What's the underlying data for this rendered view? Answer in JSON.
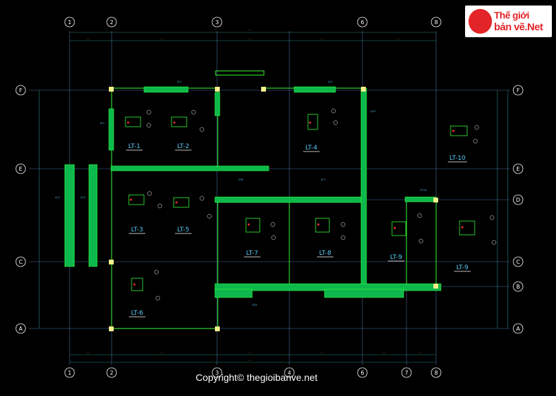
{
  "drawing": {
    "grid_cols": [
      "1",
      "2",
      "3",
      "4",
      "6",
      "7",
      "8"
    ],
    "grid_rows": [
      "F",
      "E",
      "D",
      "C",
      "B",
      "A"
    ],
    "lintel_labels": [
      "LT-1",
      "LT-2",
      "LT-4",
      "LT-10",
      "LT-3",
      "LT-5",
      "LT-7",
      "LT-8",
      "LT-9",
      "LT-9",
      "LT-6"
    ],
    "beam_tags": [
      "LT-1",
      "LT-4",
      "LT-2",
      "LT-10",
      "LT-3",
      "LT-5",
      "LT-6",
      "LT-7",
      "LT-8",
      "LT-9"
    ],
    "colors": {
      "background": "#000000",
      "wall": "#0db84c",
      "wall_outline": "#36ff36",
      "column": "#f5f08a",
      "grid": "#4a6fa8",
      "dim": "#2a8a8a",
      "annotation": "#5ad0ff",
      "bubble": "#ffffff",
      "red": "#ff3030"
    }
  },
  "logo": {
    "line1": "Thế giới",
    "line2": "bản vẽ.Net"
  },
  "copyright": "Copyright© thegioibanve.net"
}
